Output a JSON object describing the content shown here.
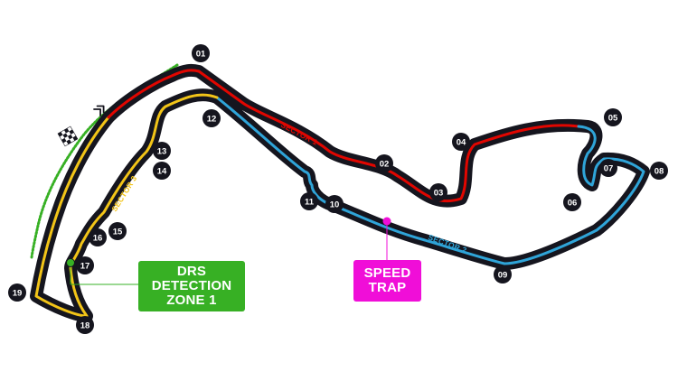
{
  "colors": {
    "track": "#15151e",
    "sector_1": "#e10600",
    "sector_2": "#2fa4d8",
    "sector_3": "#f2c418",
    "drs": "#37b024",
    "speed_trap": "#f00ed8",
    "turn_marker": "#15151e",
    "turn_text": "#ffffff"
  },
  "icons": {
    "start_finish": "chequered-flag-icon",
    "direction": "double-chevron-icon",
    "drs_detection": "drs-detection-point-icon",
    "speed_trap": "speed-trap-point-icon"
  },
  "sectors": {
    "s1": "SECTOR 1",
    "s2": "SECTOR 2",
    "s3": "SECTOR 3"
  },
  "callouts": {
    "drs": [
      "DRS",
      "DETECTION",
      "ZONE 1"
    ],
    "speed_trap": [
      "SPEED",
      "TRAP"
    ]
  },
  "turns": [
    "01",
    "02",
    "03",
    "04",
    "05",
    "06",
    "07",
    "08",
    "09",
    "10",
    "11",
    "12",
    "13",
    "14",
    "15",
    "16",
    "17",
    "18",
    "19"
  ]
}
